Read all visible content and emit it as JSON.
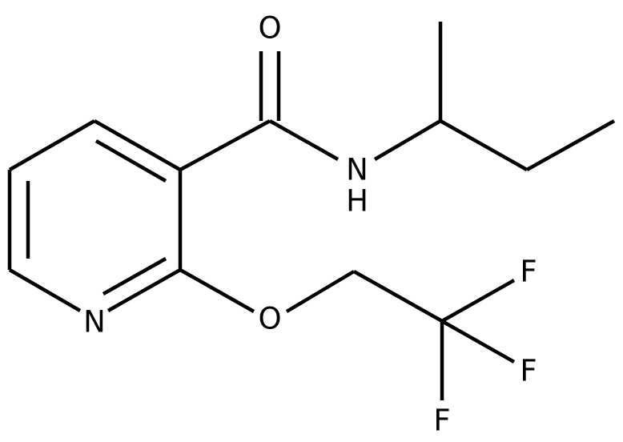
{
  "molecule": {
    "atoms": {
      "O_carbonyl": "O",
      "N_amide": "N",
      "H_amide": "H",
      "N_ring": "N",
      "O_ether": "O",
      "F1": "F",
      "F2": "F",
      "F3": "F"
    },
    "colors": {
      "bond": "#000000",
      "label": "#000000",
      "background": "#ffffff"
    }
  }
}
